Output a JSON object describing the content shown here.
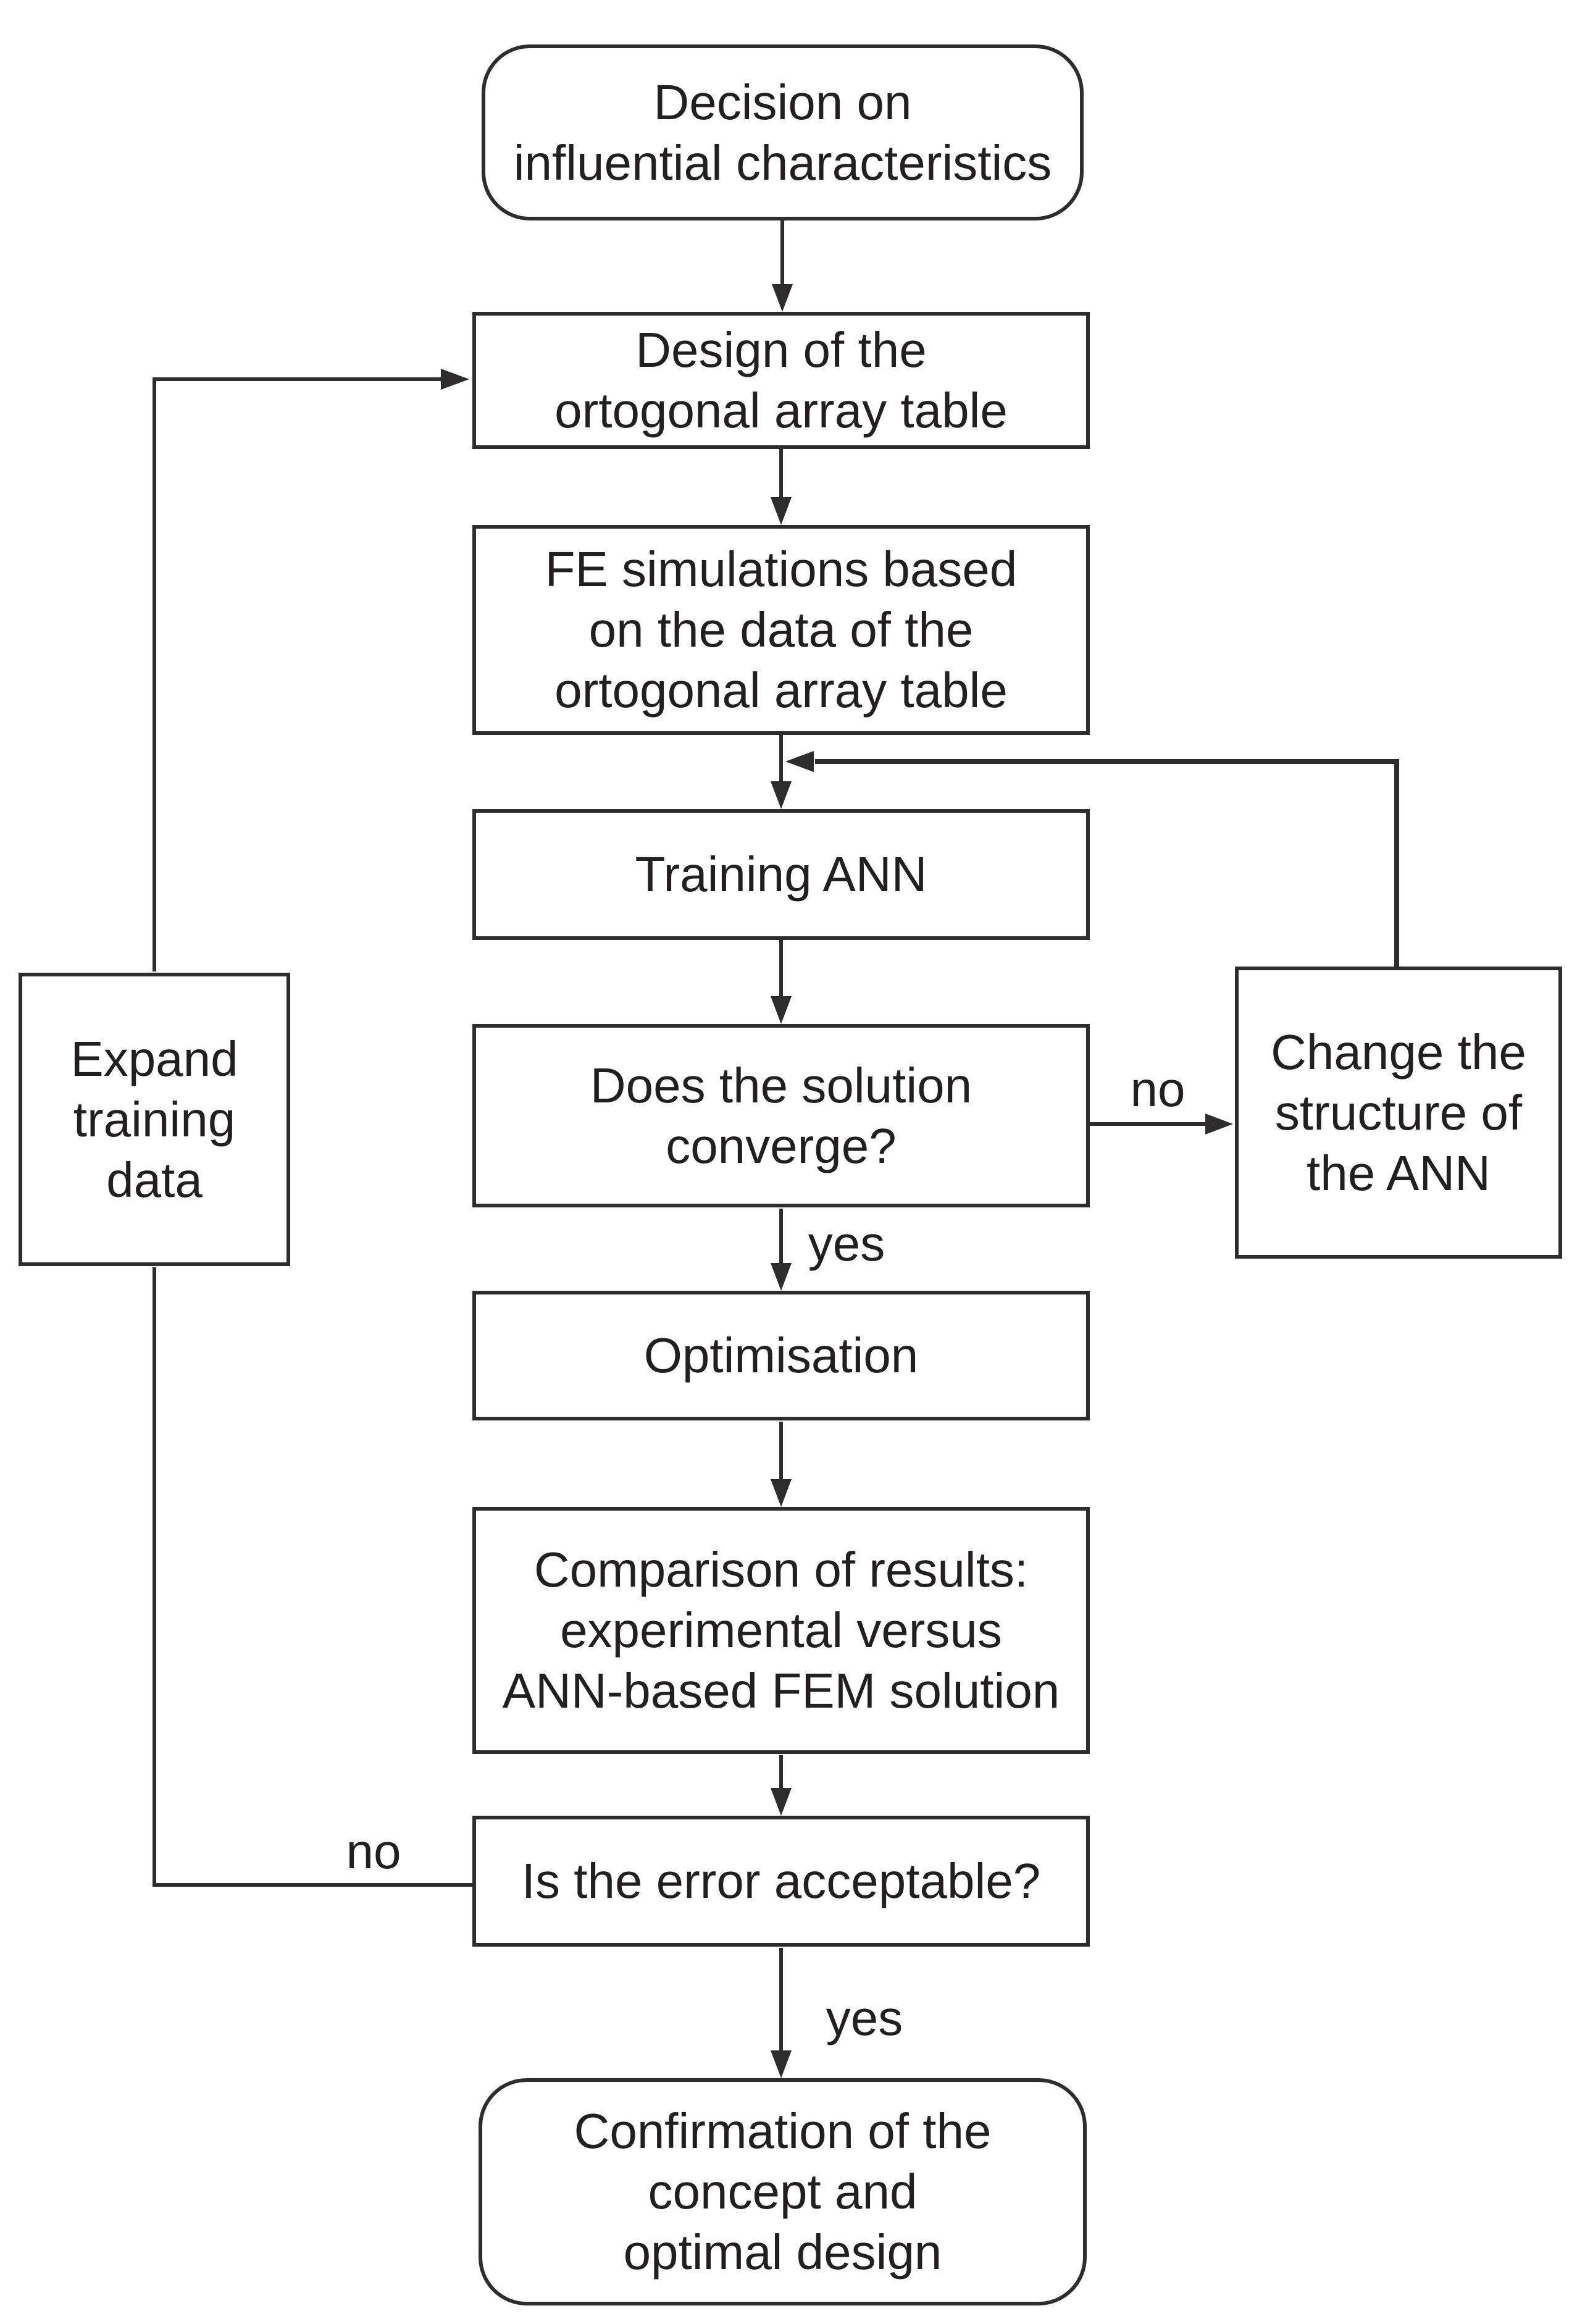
{
  "colors": {
    "background": "#ffffff",
    "line": "#2e2d2c",
    "text": "#231f20"
  },
  "nodes": {
    "start": {
      "shape": "rounded",
      "label": "Decision on\ninfluential characteristics"
    },
    "design": {
      "shape": "rect",
      "label": "Design of the\nortogonal array table"
    },
    "fe": {
      "shape": "rect",
      "label": "FE simulations based\non the data of the\nortogonal array table"
    },
    "training": {
      "shape": "rect",
      "label": "Training ANN"
    },
    "converge": {
      "shape": "rect",
      "label": "Does the solution\nconverge?"
    },
    "change": {
      "shape": "rect",
      "label": "Change the\nstructure of\nthe ANN"
    },
    "expand": {
      "shape": "rect",
      "label": "Expand\ntraining\ndata"
    },
    "optimisation": {
      "shape": "rect",
      "label": "Optimisation"
    },
    "compare": {
      "shape": "rect",
      "label": "Comparison of results:\nexperimental versus\nANN-based FEM solution"
    },
    "error": {
      "shape": "rect",
      "label": "Is the error acceptable?"
    },
    "end": {
      "shape": "rounded",
      "label": "Confirmation of the\nconcept and\noptimal design"
    }
  },
  "edge_labels": {
    "converge_no": "no",
    "converge_yes": "yes",
    "error_no": "no",
    "error_yes": "yes"
  }
}
